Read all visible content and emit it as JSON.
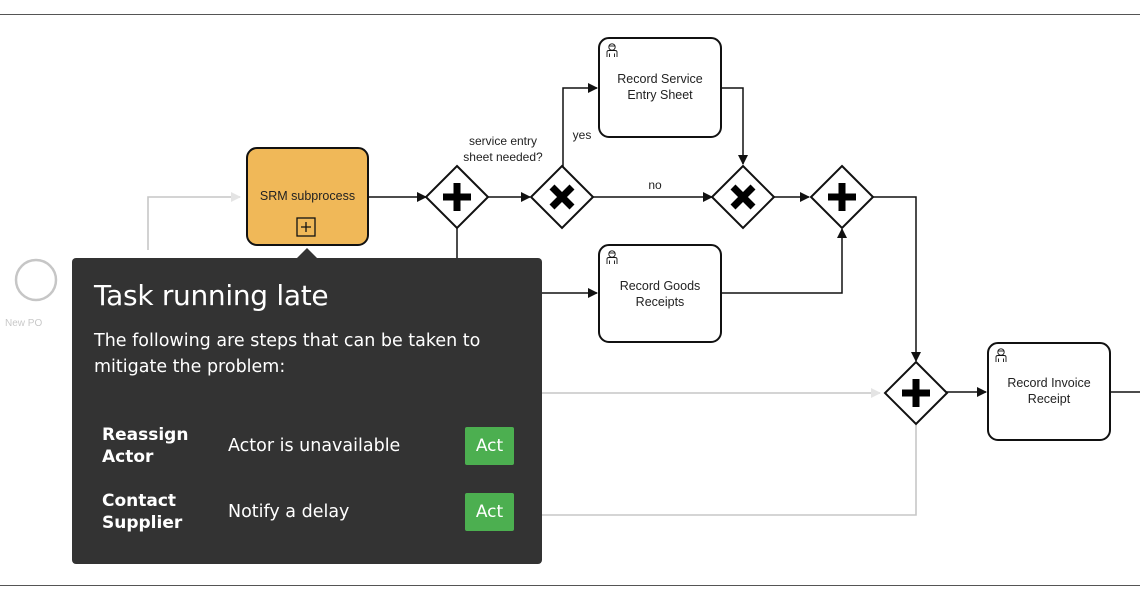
{
  "diagram": {
    "faded_start_label": "New PO ",
    "subprocess_label": "SRM subprocess",
    "gateway_question_line1": "service entry",
    "gateway_question_line2": "sheet needed?",
    "edge_yes": "yes",
    "edge_no": "no",
    "tasks": {
      "service_entry": [
        "Record Service",
        "Entry Sheet"
      ],
      "goods_receipts": [
        "Record Goods",
        "Receipts"
      ],
      "invoice_receipt": [
        "Record Invoice",
        "Receipt"
      ]
    },
    "colors": {
      "subprocess_fill": "#f0b858",
      "stroke": "#111111"
    }
  },
  "tooltip": {
    "title": "Task running late",
    "description": "The following are steps that can be taken to mitigate the problem:",
    "actions": [
      {
        "name": "Reassign Actor",
        "description": "Actor is unavailable",
        "button": "Act"
      },
      {
        "name": "Contact Supplier",
        "description": "Notify a delay",
        "button": "Act"
      }
    ],
    "button_color": "#4caf50",
    "background": "#333333"
  }
}
